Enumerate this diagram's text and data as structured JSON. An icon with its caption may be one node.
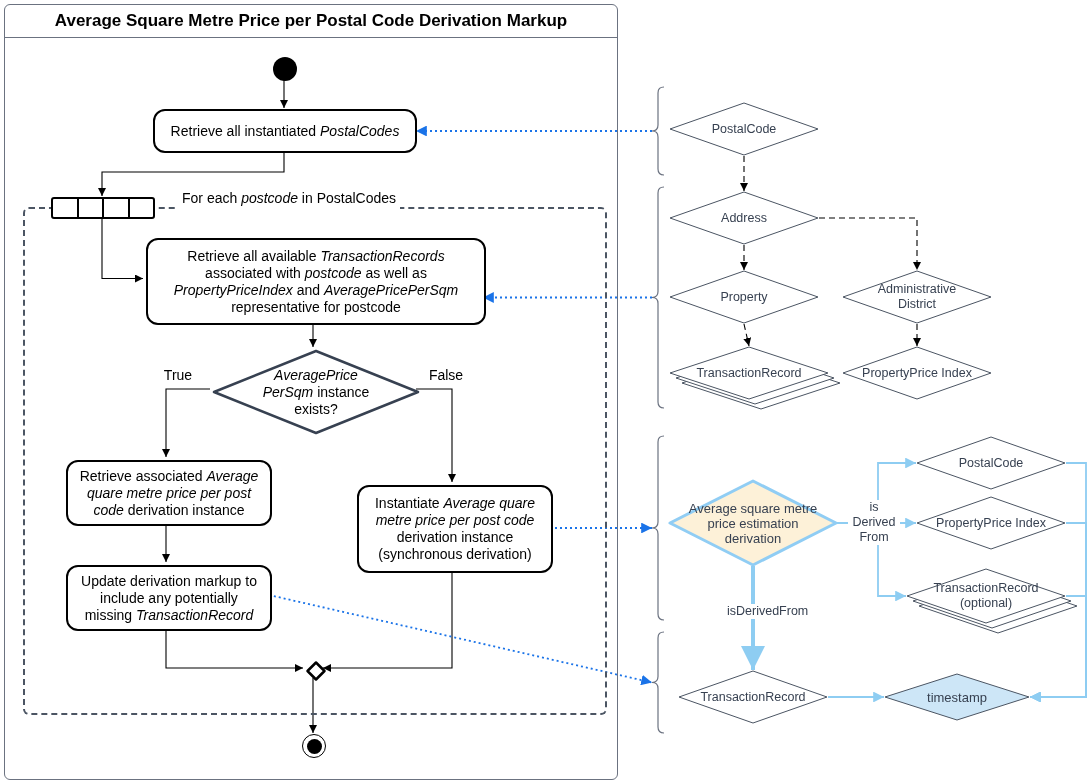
{
  "diagram": {
    "nodes": [
      {
        "text": [
          "Average Square Metre Price per Postal Code Derivation Markup"
        ]
      },
      {
        "text": [],
        "shape": "circle",
        "in": 0
      },
      {
        "text": [
          "Retrieve all instantiated *PostalCodes*"
        ],
        "in": 0
      },
      {
        "text": [
          "For each *postcode* in PostalCodes"
        ],
        "in": 0
      },
      {
        "text": [],
        "shape": "bar",
        "in": 0
      },
      {
        "text": [
          "Retrieve all available *TransactionRecords* associated with *postcode* as well as *PropertyPriceIndex* and *AveragePricePerSqm* representative for postcode"
        ],
        "in": 3
      },
      {
        "text": [
          "*AveragePrice PerSqm* instance exists?"
        ],
        "in": 3
      },
      {
        "text": [
          "Retrieve associated *Average quare metre price per post code* derivation instance"
        ],
        "in": 3
      },
      {
        "text": [
          "Update derivation markup to include any potentially missing *TransactionRecord*"
        ],
        "in": 3
      },
      {
        "text": [
          "Instantiate *Average quare metre price per post code* derivation instance (synchronous derivation)"
        ],
        "in": 3
      },
      {
        "text": [],
        "shape": "diamond",
        "in": 3
      },
      {
        "text": [],
        "shape": "circle",
        "in": 0
      },
      {
        "text": [],
        "shape": "brace"
      },
      {
        "text": [
          "PostalCode"
        ]
      },
      {
        "text": [],
        "shape": "brace"
      },
      {
        "text": [
          "Address"
        ]
      },
      {
        "text": [
          "Property"
        ]
      },
      {
        "text": [
          "Administrative District"
        ]
      },
      {
        "text": [
          "TransactionRecord"
        ]
      },
      {
        "text": [
          "PropertyPrice Index"
        ]
      },
      {
        "text": [],
        "shape": "brace"
      },
      {
        "text": [
          "Average square metre price estimation derivation"
        ]
      },
      {
        "text": [
          "PostalCode"
        ]
      },
      {
        "text": [
          "PropertyPrice Index"
        ]
      },
      {
        "text": [
          "TransactionRecord (optional)"
        ]
      },
      {
        "text": [],
        "shape": "brace"
      },
      {
        "text": [
          "TransactionRecord"
        ]
      },
      {
        "text": [
          "timestamp"
        ]
      }
    ],
    "edges": [
      {
        "from": 1,
        "to": 2,
        "arrow": "to"
      },
      {
        "from": 2,
        "to": 4,
        "arrow": "to"
      },
      {
        "from": 4,
        "to": 5,
        "arrow": "to"
      },
      {
        "from": 5,
        "to": 6,
        "arrow": "to"
      },
      {
        "from": 6,
        "to": 7,
        "arrow": "to",
        "label": "True"
      },
      {
        "from": 6,
        "to": 9,
        "arrow": "to",
        "label": "False"
      },
      {
        "from": 7,
        "to": 8,
        "arrow": "to"
      },
      {
        "from": 8,
        "to": 10,
        "arrow": "to"
      },
      {
        "from": 9,
        "to": 10,
        "arrow": "to"
      },
      {
        "from": 10,
        "to": 11,
        "arrow": "to"
      },
      {
        "from": 12,
        "to": 2,
        "arrow": "to",
        "style": "dashed",
        "color": "#1a73e8"
      },
      {
        "from": 14,
        "to": 5,
        "arrow": "to",
        "style": "dashed",
        "color": "#1a73e8"
      },
      {
        "from": 9,
        "to": 20,
        "arrow": "to",
        "style": "dashed",
        "color": "#1a73e8"
      },
      {
        "from": 8,
        "to": 25,
        "arrow": "to",
        "style": "dashed",
        "color": "#1a73e8"
      },
      {
        "from": 13,
        "to": 15,
        "arrow": "to",
        "style": "dashed"
      },
      {
        "from": 15,
        "to": 16,
        "arrow": "to",
        "style": "dashed"
      },
      {
        "from": 15,
        "to": 17,
        "arrow": "to",
        "style": "dashed"
      },
      {
        "from": 16,
        "to": 18,
        "arrow": "to",
        "style": "dashed"
      },
      {
        "from": 17,
        "to": 19,
        "arrow": "to",
        "style": "dashed"
      },
      {
        "from": 21,
        "to": 22,
        "arrow": "to",
        "color": "#8ecdf2"
      },
      {
        "from": 21,
        "to": 23,
        "arrow": "to",
        "color": "#8ecdf2",
        "label": "is Derived From"
      },
      {
        "from": 21,
        "to": 24,
        "arrow": "to",
        "color": "#8ecdf2"
      },
      {
        "from": 21,
        "to": 26,
        "arrow": "to",
        "color": "#8ecdf2",
        "style": "thick",
        "label": "isDerivedFrom"
      },
      {
        "from": 26,
        "to": 27,
        "arrow": "to",
        "color": "#8ecdf2"
      },
      {
        "from": 22,
        "to": 27,
        "arrow": "to",
        "color": "#8ecdf2"
      },
      {
        "from": 23,
        "to": 27,
        "arrow": "to",
        "color": "#8ecdf2"
      },
      {
        "from": 24,
        "to": 27,
        "arrow": "to",
        "color": "#8ecdf2"
      }
    ]
  }
}
